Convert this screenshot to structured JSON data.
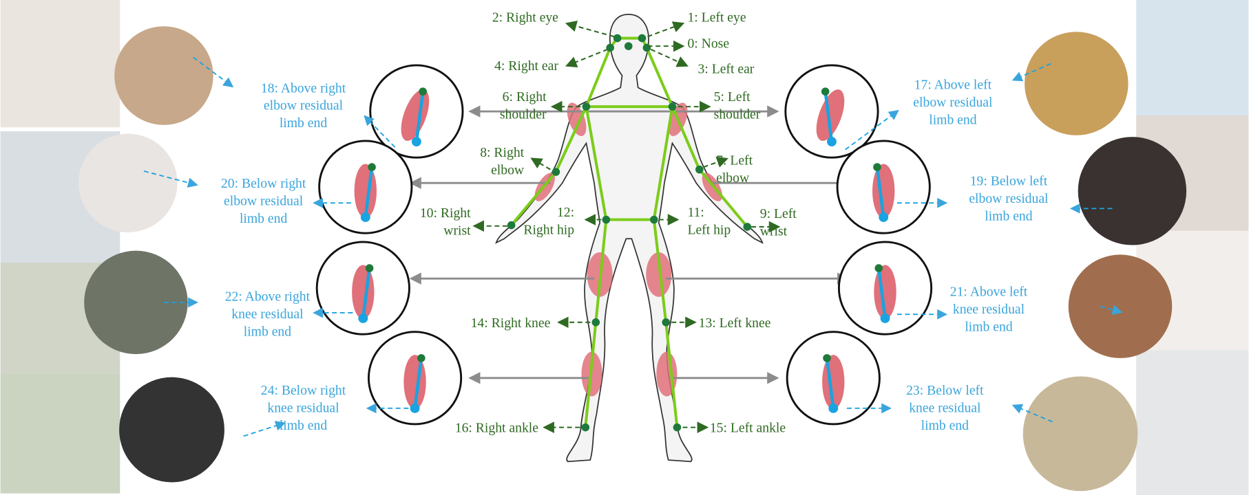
{
  "keypoints": [
    {
      "id": "0",
      "label": "0: Nose"
    },
    {
      "id": "1",
      "label": "1: Left eye"
    },
    {
      "id": "2",
      "label": "2: Right eye"
    },
    {
      "id": "3",
      "label": "3: Left ear"
    },
    {
      "id": "4",
      "label": "4: Right ear"
    },
    {
      "id": "5",
      "label": [
        "5: Left",
        "shoulder"
      ]
    },
    {
      "id": "6",
      "label": [
        "6: Right",
        "shoulder"
      ]
    },
    {
      "id": "7",
      "label": [
        "7: Left",
        "elbow"
      ]
    },
    {
      "id": "8",
      "label": [
        "8: Right",
        "elbow"
      ]
    },
    {
      "id": "9",
      "label": [
        "9: Left",
        "wrist"
      ]
    },
    {
      "id": "10",
      "label": [
        "10: Right",
        "wrist"
      ]
    },
    {
      "id": "11",
      "label": [
        "11:",
        "Left hip"
      ]
    },
    {
      "id": "12",
      "label": [
        "12:",
        "Right hip"
      ]
    },
    {
      "id": "13",
      "label": "13: Left knee"
    },
    {
      "id": "14",
      "label": "14: Right knee"
    },
    {
      "id": "15",
      "label": "15: Left ankle"
    },
    {
      "id": "16",
      "label": "16: Right ankle"
    }
  ],
  "residual_limbs": [
    {
      "id": "17",
      "label": [
        "17: Above left",
        "elbow residual",
        "limb end"
      ]
    },
    {
      "id": "18",
      "label": [
        "18: Above right",
        "elbow residual",
        "limb end"
      ]
    },
    {
      "id": "19",
      "label": [
        "19: Below left",
        "elbow residual",
        "limb end"
      ]
    },
    {
      "id": "20",
      "label": [
        "20: Below right",
        "elbow residual",
        "limb end"
      ]
    },
    {
      "id": "21",
      "label": [
        "21: Above left",
        "knee residual",
        "limb end"
      ]
    },
    {
      "id": "22",
      "label": [
        "22: Above right",
        "knee residual",
        "limb end"
      ]
    },
    {
      "id": "23",
      "label": [
        "23: Below left",
        "knee residual",
        "limb end"
      ]
    },
    {
      "id": "24",
      "label": [
        "24: Below right",
        "knee residual",
        "limb end"
      ]
    }
  ],
  "colors": {
    "keypoint": "#1e7a3a",
    "skeleton": "#7ccc1a",
    "residual": "#1aa3e0",
    "muscle": "#e0707a",
    "arrow": "#8c8c8c",
    "label_green": "#2f6a22",
    "label_blue": "#3aa5dc"
  }
}
